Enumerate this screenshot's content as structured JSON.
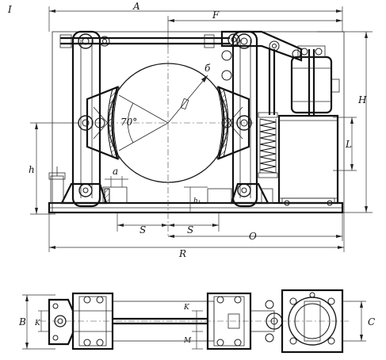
{
  "labels": {
    "corner_mark": "I",
    "A": "A",
    "F": "F",
    "b": "б",
    "H": "H",
    "L": "L",
    "h": "h",
    "angle": "70°",
    "a": "a",
    "h1": "h₁",
    "S_left": "S",
    "S_right": "S",
    "O": "O",
    "R": "R",
    "B": "B",
    "K_left": "K",
    "K_mid": "K",
    "M": "M",
    "C": "C"
  }
}
